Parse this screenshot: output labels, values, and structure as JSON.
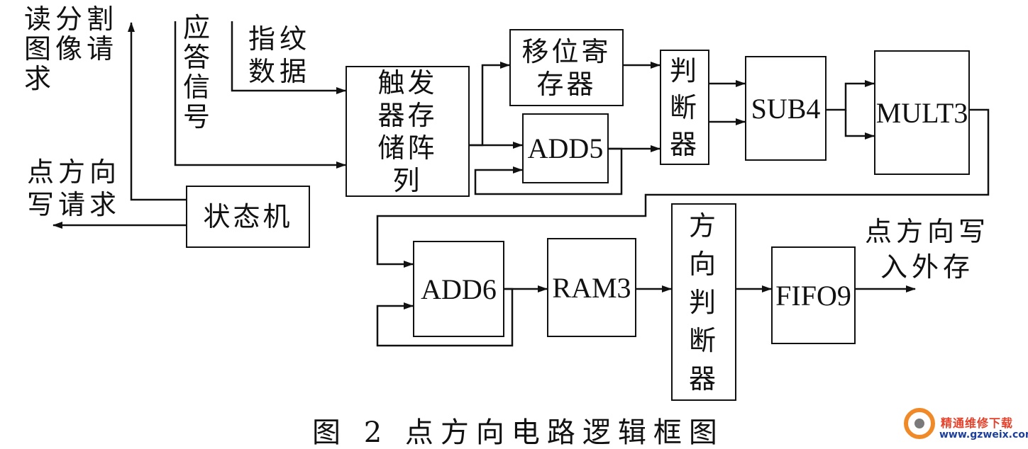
{
  "labels": {
    "read_seg_request": "读分割图像请求",
    "ack_signal": "应答信号",
    "fingerprint_data": "指纹数据",
    "point_dir_write_request": "点方向写请求",
    "point_dir_write_ext": "点方向写入外存"
  },
  "blocks": {
    "trigger_memory": "触发器存储阵列",
    "shift_register": "移位寄存器",
    "add5": "ADD5",
    "comparator": "判断器",
    "sub4": "SUB4",
    "mult3": "MULT3",
    "state_machine": "状态机",
    "add6": "ADD6",
    "ram3": "RAM3",
    "direction_comparator": "方向判断器",
    "fifo9": "FIFO9"
  },
  "caption": "图 2   点方向电路逻辑框图",
  "watermark": {
    "name": "精通维修下载",
    "url": "www.gzweix.com"
  }
}
